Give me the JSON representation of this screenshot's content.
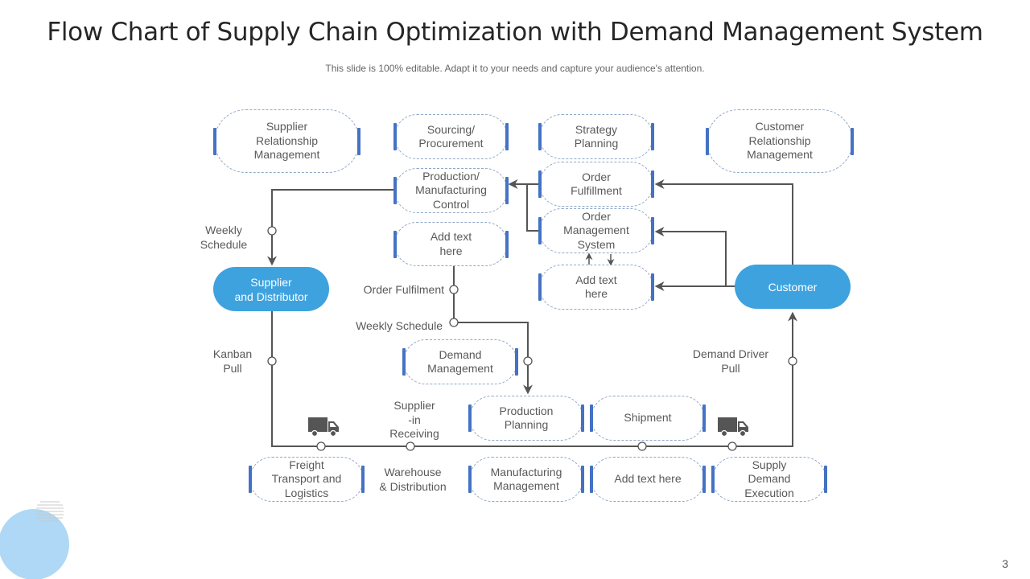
{
  "slide": {
    "title": "Flow Chart of Supply Chain Optimization with Demand Management System",
    "subtitle": "This slide is 100% editable. Adapt it to your needs and capture your audience's attention.",
    "page_number": "3"
  },
  "colors": {
    "accent_blue": "#3ea2de",
    "bar_blue": "#4472c4",
    "dashed_border": "#8fa8c8",
    "connector": "#555555",
    "decor_circle": "#aed8f5"
  },
  "nodes": {
    "supplier_relationship": "Supplier\nRelationship\nManagement",
    "sourcing": "Sourcing/\nProcurement",
    "strategy": "Strategy\nPlanning",
    "customer_relationship": "Customer\nRelationship\nManagement",
    "production_control": "Production/\nManufacturing\nControl",
    "order_fulfillment": "Order\nFulfillment",
    "order_management": "Order\nManagement\nSystem",
    "add_text_1": "Add text\nhere",
    "add_text_2": "Add text\nhere",
    "demand_management": "Demand\nManagement",
    "production_planning": "Production\nPlanning",
    "shipment": "Shipment",
    "freight": "Freight\nTransport and\nLogistics",
    "manufacturing_management": "Manufacturing\nManagement",
    "add_text_3": "Add text here",
    "supply_demand_execution": "Supply\nDemand\nExecution"
  },
  "pills": {
    "supplier_distributor": "Supplier\nand Distributor",
    "customer": "Customer"
  },
  "labels": {
    "weekly_schedule_left": "Weekly\nSchedule",
    "order_fulfilment": "Order Fulfilment",
    "weekly_schedule_mid": "Weekly Schedule",
    "kanban_pull": "Kanban\nPull",
    "demand_driver_pull": "Demand Driver\nPull",
    "supplier_in_receiving": "Supplier\n-in\nReceiving",
    "warehouse_distribution": "Warehouse\n& Distribution"
  },
  "icons": {
    "truck": "truck-icon"
  }
}
